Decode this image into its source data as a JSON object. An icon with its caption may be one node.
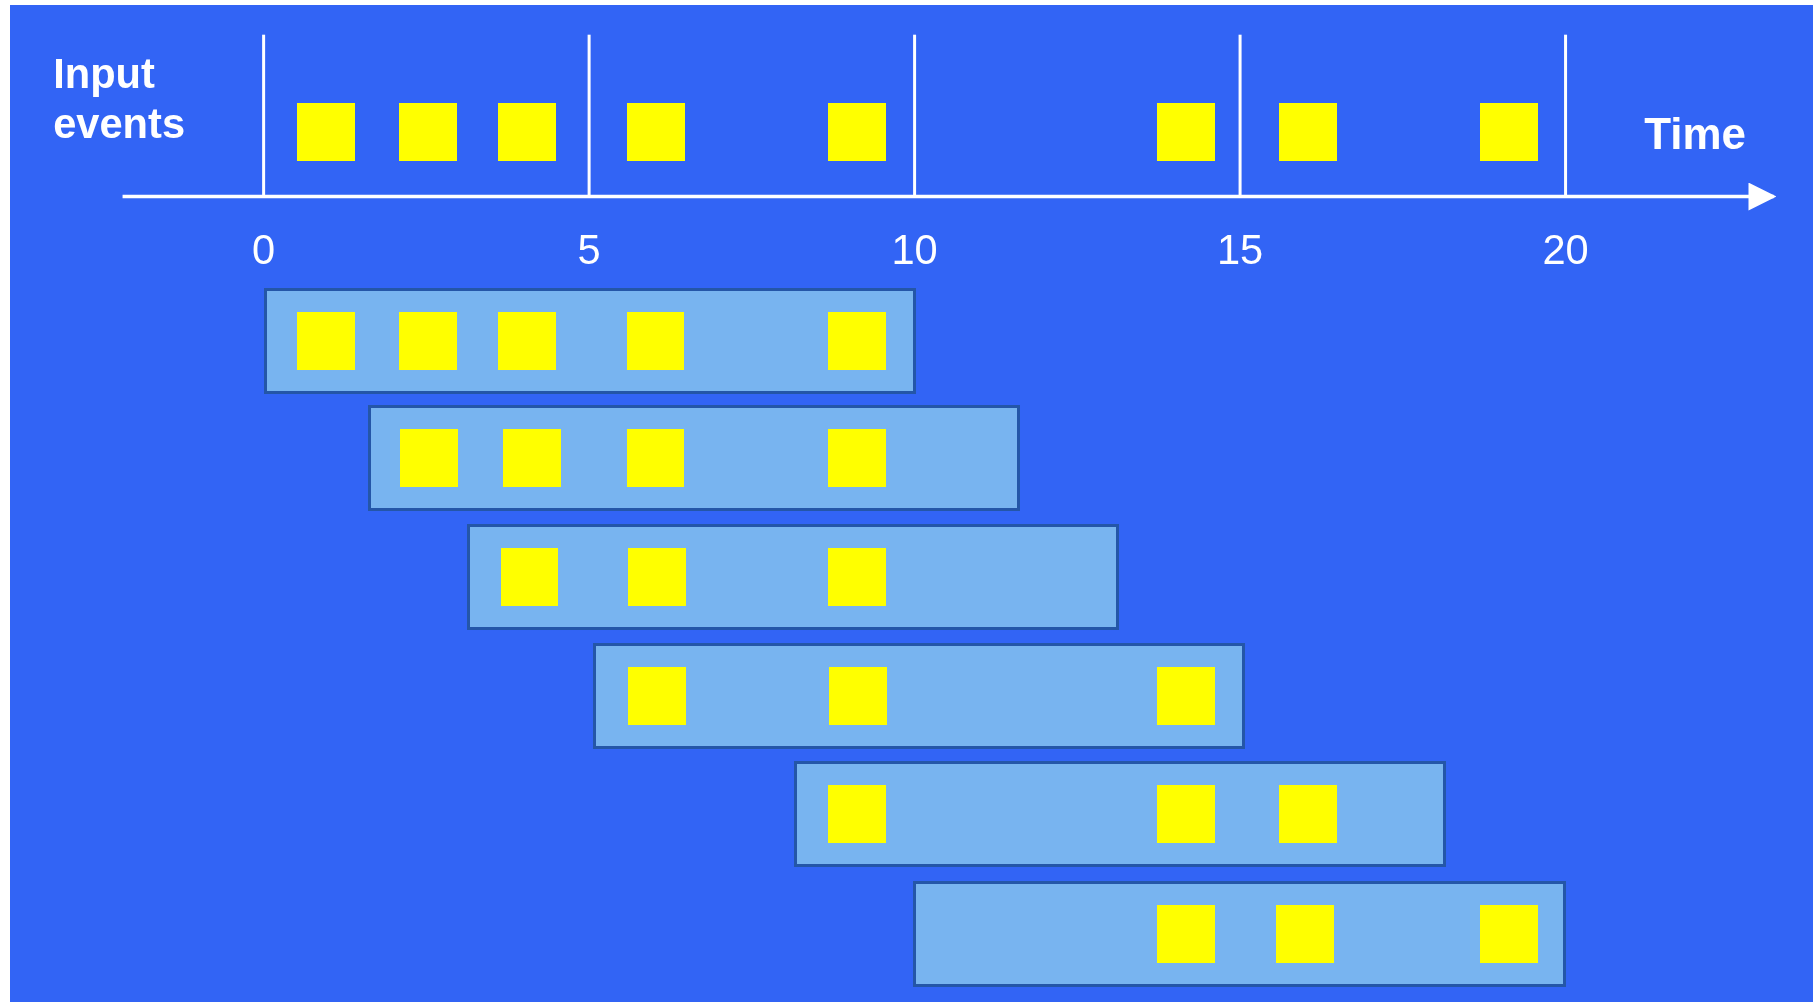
{
  "diagram": {
    "nodes": [
      {
        "text": [],
        "shape": "box"
      },
      {
        "text": [],
        "shape": "box"
      },
      {
        "text": [],
        "shape": "box"
      },
      {
        "text": [],
        "shape": "box"
      },
      {
        "text": [],
        "shape": "box"
      },
      {
        "text": [],
        "shape": "box"
      },
      {
        "text": [],
        "shape": "box"
      },
      {
        "text": [],
        "shape": "box"
      },
      {
        "text": [],
        "shape": "box"
      },
      {
        "text": [],
        "shape": "box",
        "in": 8
      },
      {
        "text": [],
        "shape": "box",
        "in": 8
      },
      {
        "text": [],
        "shape": "box",
        "in": 8
      },
      {
        "text": [],
        "shape": "box",
        "in": 8
      },
      {
        "text": [],
        "shape": "box",
        "in": 8
      },
      {
        "text": [],
        "shape": "box"
      },
      {
        "text": [],
        "shape": "box",
        "in": 14
      },
      {
        "text": [],
        "shape": "box",
        "in": 14
      },
      {
        "text": [],
        "shape": "box",
        "in": 14
      },
      {
        "text": [],
        "shape": "box",
        "in": 14
      },
      {
        "text": [],
        "shape": "box"
      },
      {
        "text": [],
        "shape": "box",
        "in": 19
      },
      {
        "text": [],
        "shape": "box",
        "in": 19
      },
      {
        "text": [],
        "shape": "box",
        "in": 19
      },
      {
        "text": [],
        "shape": "box"
      },
      {
        "text": [],
        "shape": "box",
        "in": 23
      },
      {
        "text": [],
        "shape": "box",
        "in": 23
      },
      {
        "text": [],
        "shape": "box",
        "in": 23
      },
      {
        "text": [],
        "shape": "box"
      },
      {
        "text": [],
        "shape": "box",
        "in": 27
      },
      {
        "text": [],
        "shape": "box",
        "in": 27
      },
      {
        "text": [],
        "shape": "box",
        "in": 27
      },
      {
        "text": [],
        "shape": "box"
      },
      {
        "text": [],
        "shape": "box",
        "in": 31
      },
      {
        "text": [],
        "shape": "box",
        "in": 31
      },
      {
        "text": [],
        "shape": "box",
        "in": 31
      }
    ],
    "labels": [
      "Input events",
      "Time",
      "0",
      "5",
      "10",
      "15",
      "20"
    ]
  }
}
